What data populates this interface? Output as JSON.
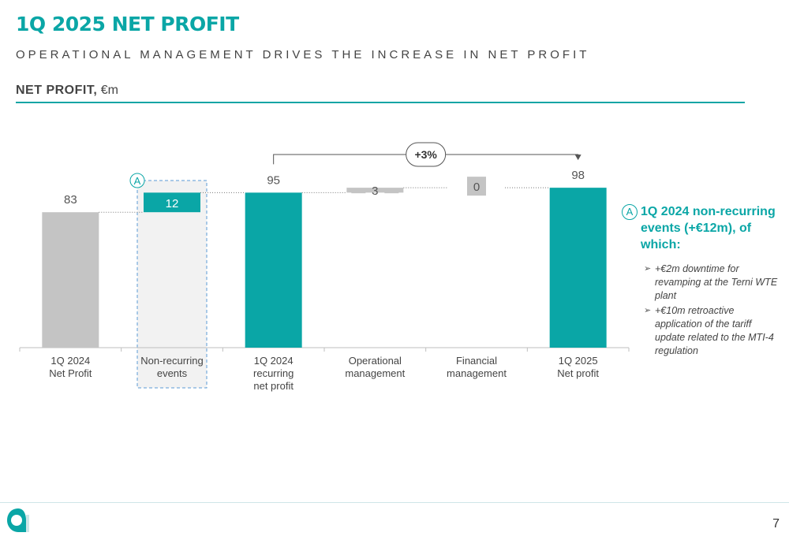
{
  "header": {
    "title": "1Q 2025 NET PROFIT",
    "subtitle": "OPERATIONAL MANAGEMENT DRIVES THE INCREASE IN NET PROFIT",
    "section_bold": "NET PROFIT,",
    "section_unit": "€m"
  },
  "colors": {
    "accent": "#0aa6a6",
    "grey_bar": "#c4c4c4",
    "highlight_box": "#f2f2f2",
    "box_border": "#5b9bd5"
  },
  "chart_data": {
    "type": "bar",
    "subtype": "waterfall",
    "categories": [
      [
        "1Q 2024",
        "Net Profit"
      ],
      [
        "Non-recurring",
        "events"
      ],
      [
        "1Q 2024",
        "recurring",
        "net profit"
      ],
      [
        "Operational",
        "management"
      ],
      [
        "Financial",
        "management"
      ],
      [
        "1Q 2025",
        "Net profit"
      ]
    ],
    "bars": [
      {
        "kind": "total",
        "value": 83,
        "label": "83",
        "color": "#c4c4c4"
      },
      {
        "kind": "delta",
        "from": 83,
        "to": 95,
        "label": "12",
        "color": "#0aa6a6",
        "badge": "A"
      },
      {
        "kind": "total",
        "value": 95,
        "label": "95",
        "color": "#0aa6a6"
      },
      {
        "kind": "delta",
        "from": 95,
        "to": 98,
        "label": "3",
        "color": "#c4c4c4"
      },
      {
        "kind": "delta",
        "from": 98,
        "to": 98,
        "label": "0",
        "color": "#c4c4c4"
      },
      {
        "kind": "total",
        "value": 98,
        "label": "98",
        "color": "#0aa6a6"
      }
    ],
    "growth_annotation": {
      "label": "+3%",
      "from_index": 2,
      "to_index": 5
    },
    "ylim": [
      0,
      110
    ],
    "grid": false
  },
  "side_note": {
    "badge": "A",
    "title": "1Q 2024 non-recurring events (+€12m), of which:",
    "items": [
      "+€2m downtime for revamping at the Terni WTE plant",
      "+€10m retroactive application of the tariff update related to the MTI-4 regulation"
    ]
  },
  "footer": {
    "page_number": "7",
    "logo_icon": "company-logo-icon"
  }
}
